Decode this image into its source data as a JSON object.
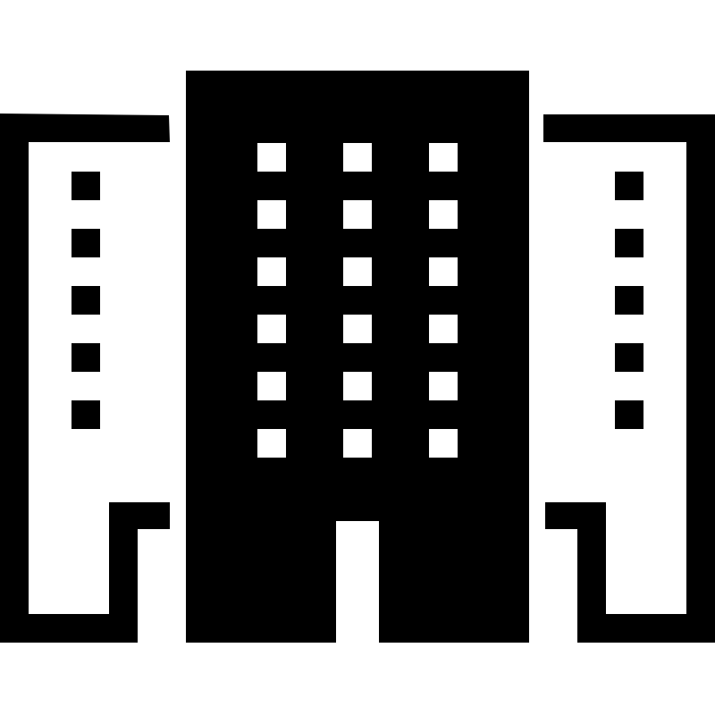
{
  "icon": {
    "name": "office-buildings-icon",
    "colors": {
      "foreground": "#000000",
      "background": "#ffffff"
    },
    "center_building": {
      "window_rows": 6,
      "window_columns": 3
    },
    "side_buildings": {
      "window_rows": 5,
      "window_columns": 1
    }
  }
}
